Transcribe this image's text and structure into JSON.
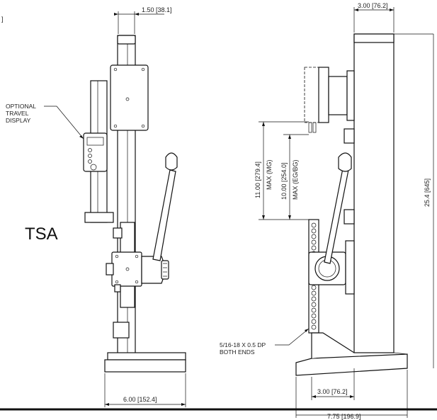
{
  "drawing": {
    "model_label": "TSA",
    "corner_bracket": "]",
    "dimensions": {
      "column_offset": "1.50 [38.1]",
      "column_width": "3.00 [76.2]",
      "base_width_front": "6.00 [152.4]",
      "base_offset_side": "3.00 [76.2]",
      "base_depth": "7.75 [196.9]",
      "overall_height": "25.4 [645]",
      "travel_mg_value": "11.00 [279.4]",
      "travel_mg_label": "MAX (MG)",
      "travel_eg_value": "10.00 [254.0]",
      "travel_eg_label": "MAX (EG/BG)"
    },
    "notes": {
      "optional_line1": "OPTIONAL",
      "optional_line2": "TRAVEL",
      "optional_line3": "DISPLAY",
      "thread_line1": "5/16-18 X 0.5 DP",
      "thread_line2": "BOTH ENDS"
    }
  }
}
